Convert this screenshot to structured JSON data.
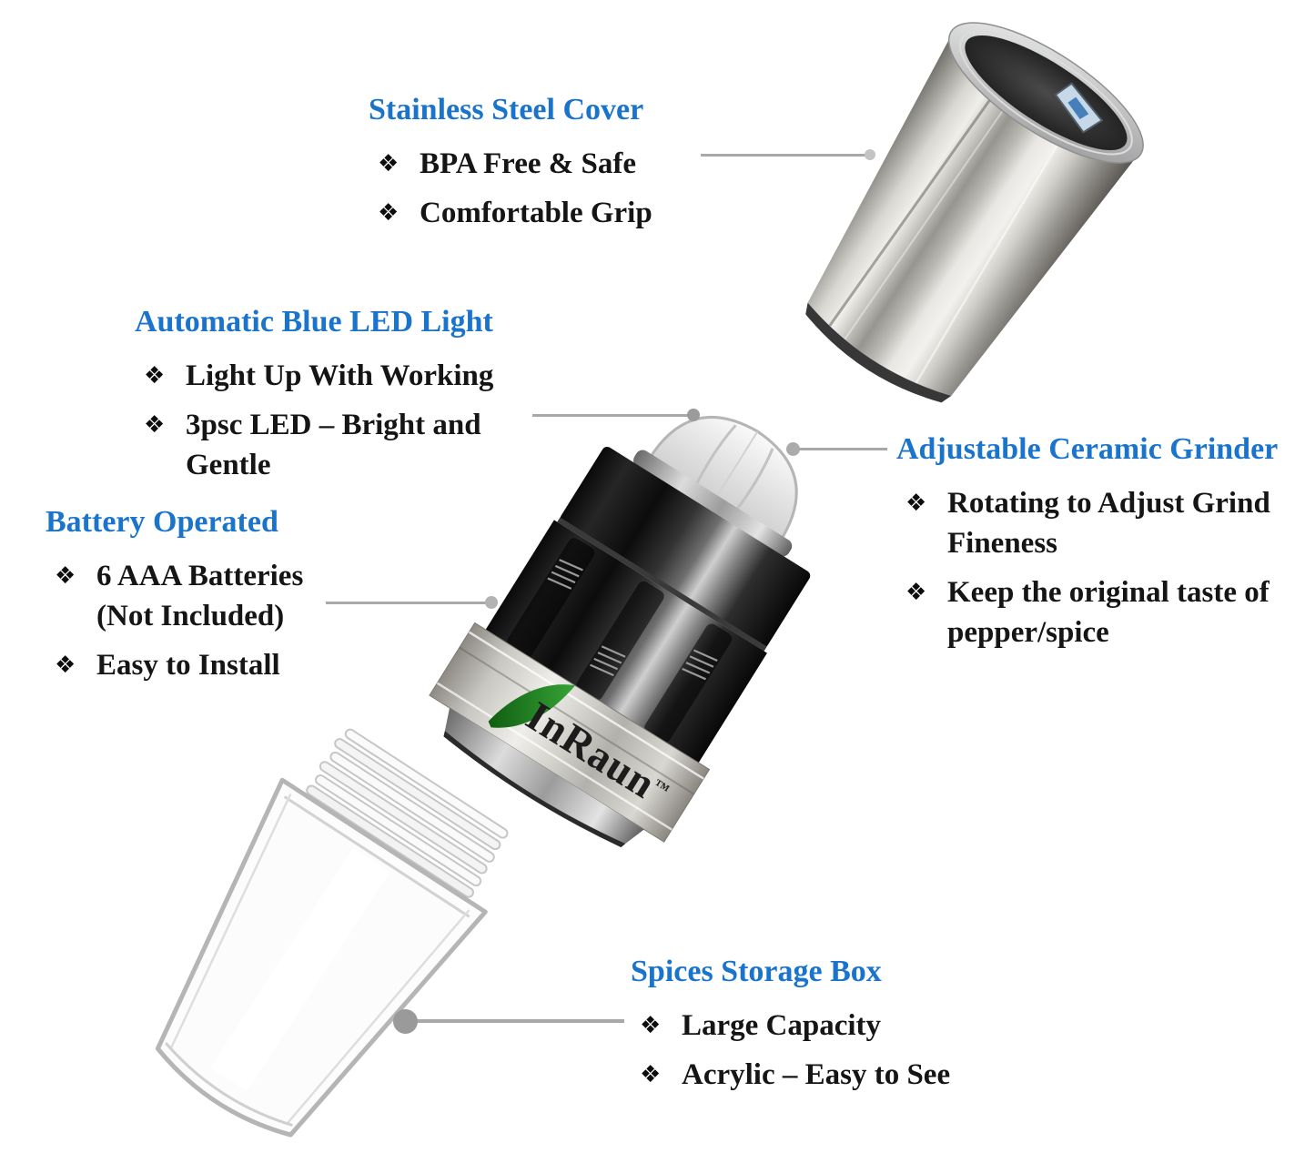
{
  "figure": {
    "background": "#ffffff",
    "accent_blue": "#1a74cb",
    "text_color": "#151515",
    "leader_gray": "#a8a8a8",
    "bullet_glyph": "❖"
  },
  "brand": {
    "name": "InRaun",
    "tm": "™",
    "leaf_color": "#1e7b1e"
  },
  "callouts": [
    {
      "heading": "Stainless Steel Cover",
      "bullets": [
        "BPA Free & Safe",
        "Comfortable Grip"
      ]
    },
    {
      "heading": "Automatic Blue LED Light",
      "bullets": [
        "Light Up With Working",
        "3psc LED – Bright and Gentle"
      ]
    },
    {
      "heading": "Battery Operated",
      "bullets": [
        "6 AAA Batteries (Not Included)",
        "Easy to Install"
      ]
    },
    {
      "heading": "Adjustable Ceramic Grinder",
      "bullets": [
        "Rotating to Adjust Grind Fineness",
        "Keep the original taste of pepper/spice"
      ]
    },
    {
      "heading": "Spices Storage Box",
      "bullets": [
        "Large Capacity",
        "Acrylic – Easy to See"
      ]
    }
  ]
}
